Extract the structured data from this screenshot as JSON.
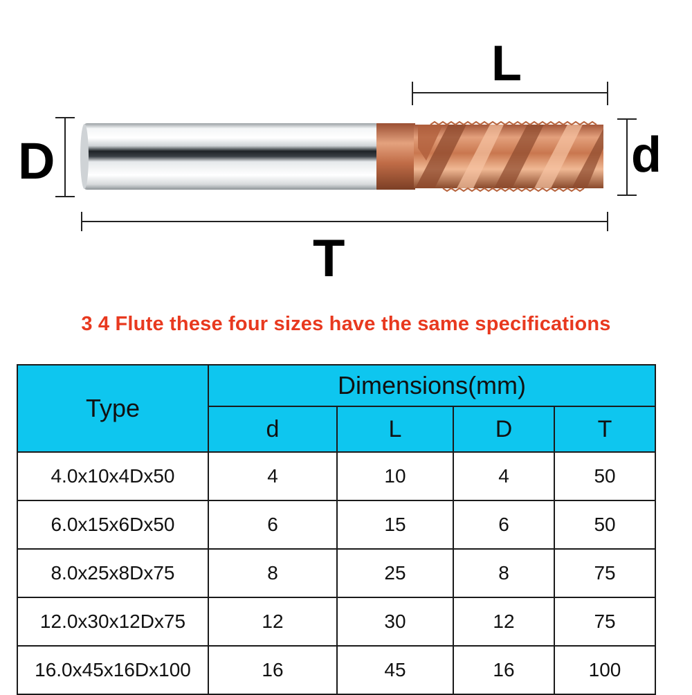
{
  "diagram": {
    "labels": {
      "L": "L",
      "D": "D",
      "d": "d",
      "T": "T"
    },
    "colors": {
      "shank_light": "#f2f4f5",
      "shank_dark": "#1e2327",
      "coating": "#c9774f",
      "coating_dark": "#8a4a2c",
      "dim_line": "#222222"
    }
  },
  "note": "3 4 Flute these four sizes have the same specifications",
  "table": {
    "header_type": "Type",
    "header_dimensions": "Dimensions(mm)",
    "columns": [
      "d",
      "L",
      "D",
      "T"
    ],
    "header_color": "#0ec6ef",
    "rows": [
      {
        "type": "4.0x10x4Dx50",
        "d": "4",
        "L": "10",
        "D": "4",
        "T": "50"
      },
      {
        "type": "6.0x15x6Dx50",
        "d": "6",
        "L": "15",
        "D": "6",
        "T": "50"
      },
      {
        "type": "8.0x25x8Dx75",
        "d": "8",
        "L": "25",
        "D": "8",
        "T": "75"
      },
      {
        "type": "12.0x30x12Dx75",
        "d": "12",
        "L": "30",
        "D": "12",
        "T": "75"
      },
      {
        "type": "16.0x45x16Dx100",
        "d": "16",
        "L": "45",
        "D": "16",
        "T": "100"
      }
    ]
  }
}
